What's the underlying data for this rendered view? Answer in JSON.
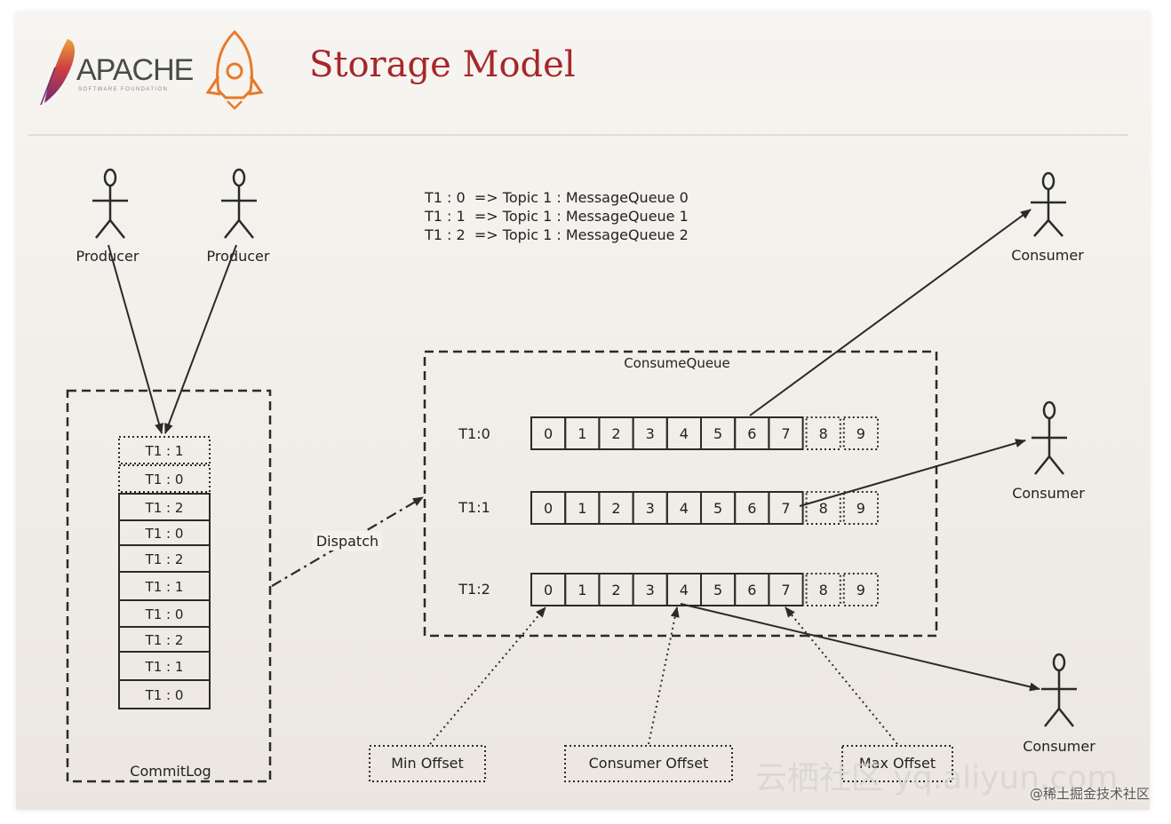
{
  "header": {
    "apache_wordmark": "APACHE",
    "apache_subtitle": "SOFTWARE FOUNDATION",
    "title": "Storage Model"
  },
  "topic_mapping": [
    "T1 : 0  => Topic 1 : MessageQueue 0",
    "T1 : 1  => Topic 1 : MessageQueue 1",
    "T1 : 2  => Topic 1 : MessageQueue 2"
  ],
  "producers": [
    "Producer",
    "Producer"
  ],
  "consumers": [
    "Consumer",
    "Consumer",
    "Consumer"
  ],
  "commitlog": {
    "label": "CommitLog",
    "pending_entries": [
      "T1 : 1",
      "T1 : 0"
    ],
    "entries": [
      "T1 : 2",
      "T1 : 0",
      "T1 : 2",
      "T1 : 1",
      "T1 : 0",
      "T1 : 2",
      "T1 : 1",
      "T1 : 0"
    ]
  },
  "dispatch_label": "Dispatch",
  "consumequeue": {
    "label": "ConsumeQueue",
    "queues": [
      {
        "name": "T1:0",
        "committed": [
          "0",
          "1",
          "2",
          "3",
          "4",
          "5",
          "6",
          "7"
        ],
        "pending": [
          "8",
          "9"
        ]
      },
      {
        "name": "T1:1",
        "committed": [
          "0",
          "1",
          "2",
          "3",
          "4",
          "5",
          "6",
          "7"
        ],
        "pending": [
          "8",
          "9"
        ]
      },
      {
        "name": "T1:2",
        "committed": [
          "0",
          "1",
          "2",
          "3",
          "4",
          "5",
          "6",
          "7"
        ],
        "pending": [
          "8",
          "9"
        ]
      }
    ]
  },
  "offsets": {
    "min": "Min Offset",
    "consumer": "Consumer Offset",
    "max": "Max Offset"
  },
  "watermarks": {
    "site": "云栖社区 yq.aliyun.com",
    "corner": "@稀土掘金技术社区"
  },
  "colors": {
    "title": "#a8262b",
    "apache_feather": "#b8324a",
    "rocket": "#e8792a",
    "stroke": "#2a2a2a"
  }
}
